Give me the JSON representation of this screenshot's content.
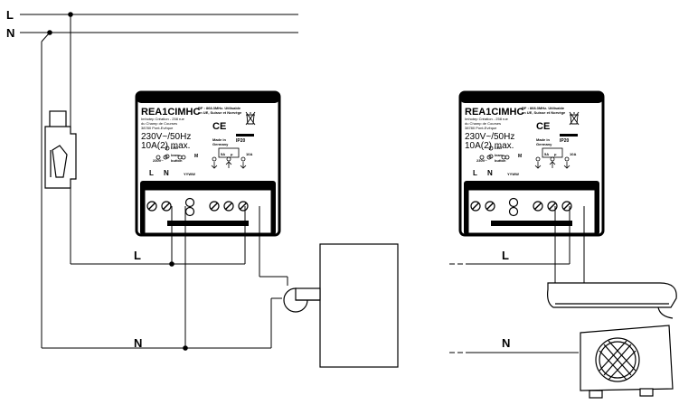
{
  "wiring": {
    "live": "L",
    "neutral": "N"
  },
  "module": {
    "model": "REA1CIMHC",
    "rf_note_1": "RF : 868.3MHz. Utilisable",
    "rf_note_2": "en UE, Suisse et Norvège",
    "address_1": "Imhotep Création - 258 rue",
    "address_2": "du Champ de Courses",
    "address_3": "38780 Pont-Evêque",
    "ce_mark": "CE",
    "rating_1": "230V~/50Hz",
    "rating_2": "10A(2) max.",
    "made_in_1": "Made in",
    "made_in_2": "Germany",
    "ip_rating": "IP20",
    "supply": "230V~",
    "led_1": "LED",
    "led_2": "learn",
    "led_3": "button",
    "motor": "M",
    "fuse": "5A",
    "micro": "μ",
    "relay": "10A",
    "term_l": "L",
    "term_n": "N",
    "date_code": "YYWW"
  },
  "icons": [
    "circuit-breaker-icon",
    "weee-bin-icon",
    "ventilation-unit-icon",
    "air-conditioner-icon"
  ]
}
